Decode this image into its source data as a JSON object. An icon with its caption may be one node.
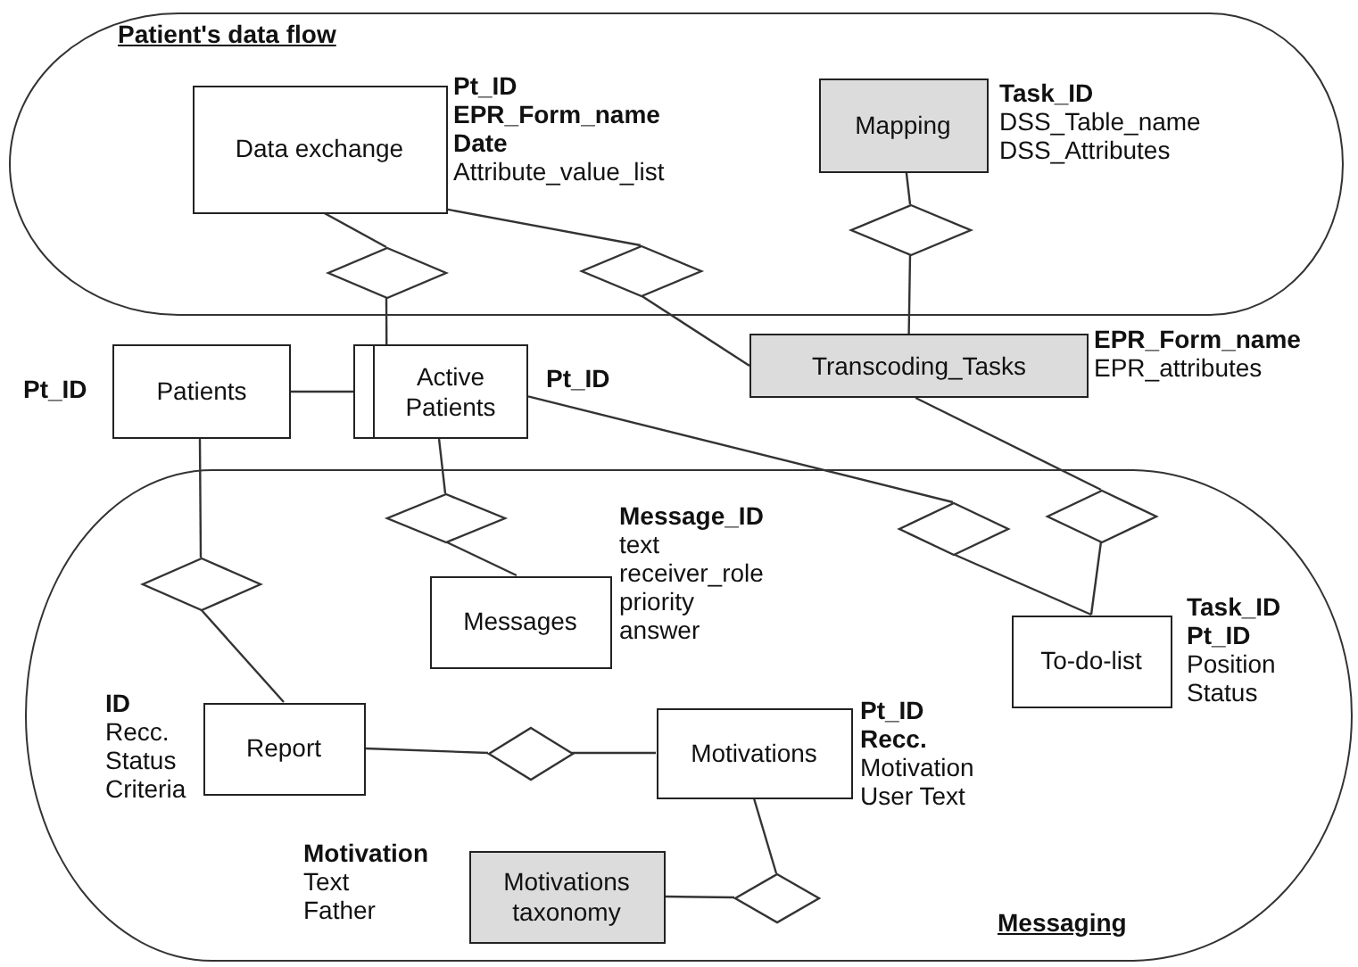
{
  "diagram": {
    "nodes": [
      {
        "text": [
          "Patient's data flow"
        ]
      },
      {
        "text": [
          "Data exchange"
        ],
        "in": 0,
        "beside": [
          "**Pt_ID** **EPR_Form_name** **Date** Attribute_value_list"
        ]
      },
      {
        "text": [
          "Mapping"
        ],
        "in": 0,
        "beside": [
          "**Task_ID** DSS_Table_name DSS_Attributes"
        ]
      },
      {
        "text": [],
        "shape": "diamond",
        "in": 0
      },
      {
        "text": [],
        "shape": "diamond",
        "in": 0
      },
      {
        "text": [],
        "shape": "diamond",
        "in": 0
      },
      {
        "text": [
          "Patients"
        ],
        "beside": [
          "Pt_ID"
        ]
      },
      {
        "text": [
          "Active Patients"
        ],
        "beside": [
          "Pt_ID"
        ]
      },
      {
        "text": [
          "Transcoding_Tasks"
        ],
        "beside": [
          "**EPR_Form_name** EPR_attributes"
        ]
      },
      {
        "text": [
          "Messaging"
        ]
      },
      {
        "text": [],
        "shape": "diamond",
        "in": 9
      },
      {
        "text": [],
        "shape": "diamond",
        "in": 9
      },
      {
        "text": [],
        "shape": "diamond",
        "in": 9
      },
      {
        "text": [],
        "shape": "diamond",
        "in": 9
      },
      {
        "text": [
          "Messages"
        ],
        "in": 9,
        "beside": [
          "**Message_ID** text receiver_role priority answer"
        ]
      },
      {
        "text": [
          "To-do-list"
        ],
        "in": 9,
        "beside": [
          "**Task_ID** **Pt_ID** Position Status"
        ]
      },
      {
        "text": [
          "Report"
        ],
        "in": 9,
        "beside": [
          "**ID** Recc. Status Criteria"
        ]
      },
      {
        "text": [],
        "shape": "diamond",
        "in": 9
      },
      {
        "text": [
          "Motivations"
        ],
        "in": 9,
        "beside": [
          "**Pt_ID** **Recc.** Motivation User Text"
        ]
      },
      {
        "text": [
          "Motivations taxonomy"
        ],
        "in": 9,
        "beside": [
          "**Motivation** Text Father"
        ]
      },
      {
        "text": [],
        "shape": "diamond",
        "in": 9
      }
    ],
    "edges": [
      {
        "from": 1,
        "to": 3,
        "arrow": "none"
      },
      {
        "from": 3,
        "to": 7,
        "arrow": "none"
      },
      {
        "from": 1,
        "to": 4,
        "arrow": "none"
      },
      {
        "from": 4,
        "to": 8,
        "arrow": "none"
      },
      {
        "from": 2,
        "to": 5,
        "arrow": "none"
      },
      {
        "from": 5,
        "to": 8,
        "arrow": "none"
      },
      {
        "from": 6,
        "to": 7,
        "arrow": "none"
      },
      {
        "from": 6,
        "to": 13,
        "arrow": "none"
      },
      {
        "from": 13,
        "to": 16,
        "arrow": "none"
      },
      {
        "from": 7,
        "to": 10,
        "arrow": "none"
      },
      {
        "from": 10,
        "to": 14,
        "arrow": "none"
      },
      {
        "from": 7,
        "to": 11,
        "arrow": "none"
      },
      {
        "from": 11,
        "to": 15,
        "arrow": "none"
      },
      {
        "from": 8,
        "to": 12,
        "arrow": "none"
      },
      {
        "from": 12,
        "to": 15,
        "arrow": "none"
      },
      {
        "from": 16,
        "to": 17,
        "arrow": "none"
      },
      {
        "from": 17,
        "to": 18,
        "arrow": "none"
      },
      {
        "from": 18,
        "to": 20,
        "arrow": "none"
      },
      {
        "from": 20,
        "to": 19,
        "arrow": "none"
      }
    ]
  }
}
